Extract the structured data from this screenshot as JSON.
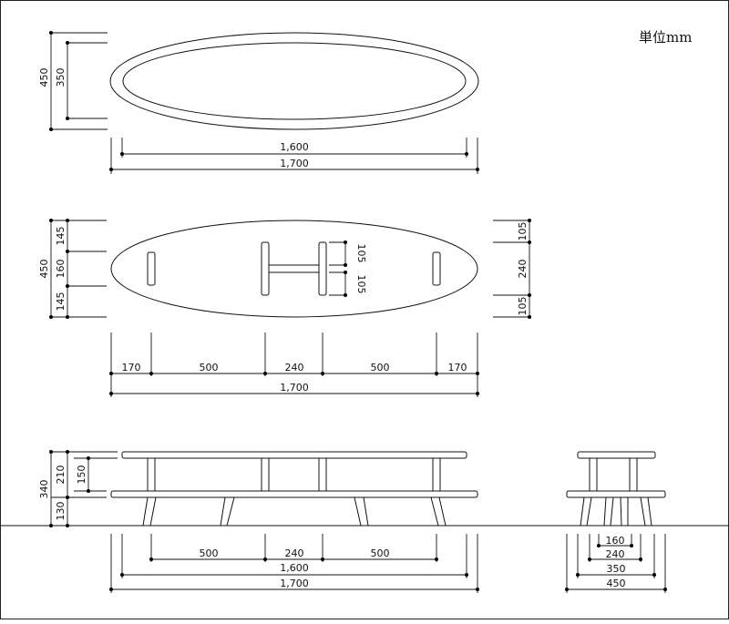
{
  "unit_label": "単位mm",
  "top_view": {
    "outer_height": "450",
    "inner_height": "350",
    "inner_length": "1,600",
    "outer_length": "1,700"
  },
  "bottom_view": {
    "left_heights": [
      "145",
      "160",
      "145"
    ],
    "total_height": "450",
    "brace_offsets": [
      "105",
      "105"
    ],
    "right_heights": [
      "105",
      "240",
      "105"
    ],
    "leg_spacing": [
      "170",
      "500",
      "240",
      "500",
      "170"
    ],
    "total_length": "1,700"
  },
  "front_view": {
    "total_height": "340",
    "upper_height": "210",
    "lower_height": "130",
    "gap_height": "150",
    "leg_spacing": [
      "500",
      "240",
      "500"
    ],
    "top_length": "1,600",
    "base_length": "1,700"
  },
  "side_view": {
    "widths": [
      "160",
      "240",
      "350",
      "450"
    ]
  }
}
